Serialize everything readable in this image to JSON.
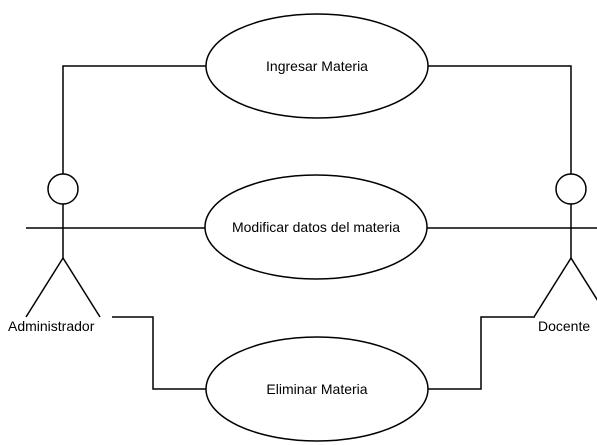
{
  "actors": {
    "admin": {
      "label": "Administrador"
    },
    "docente": {
      "label": "Docente"
    }
  },
  "use_cases": [
    {
      "label": "Ingresar Materia"
    },
    {
      "label": "Modificar datos del materia"
    },
    {
      "label": "Eliminar Materia"
    }
  ],
  "colors": {
    "line": "#000000",
    "background": "#ffffff"
  }
}
